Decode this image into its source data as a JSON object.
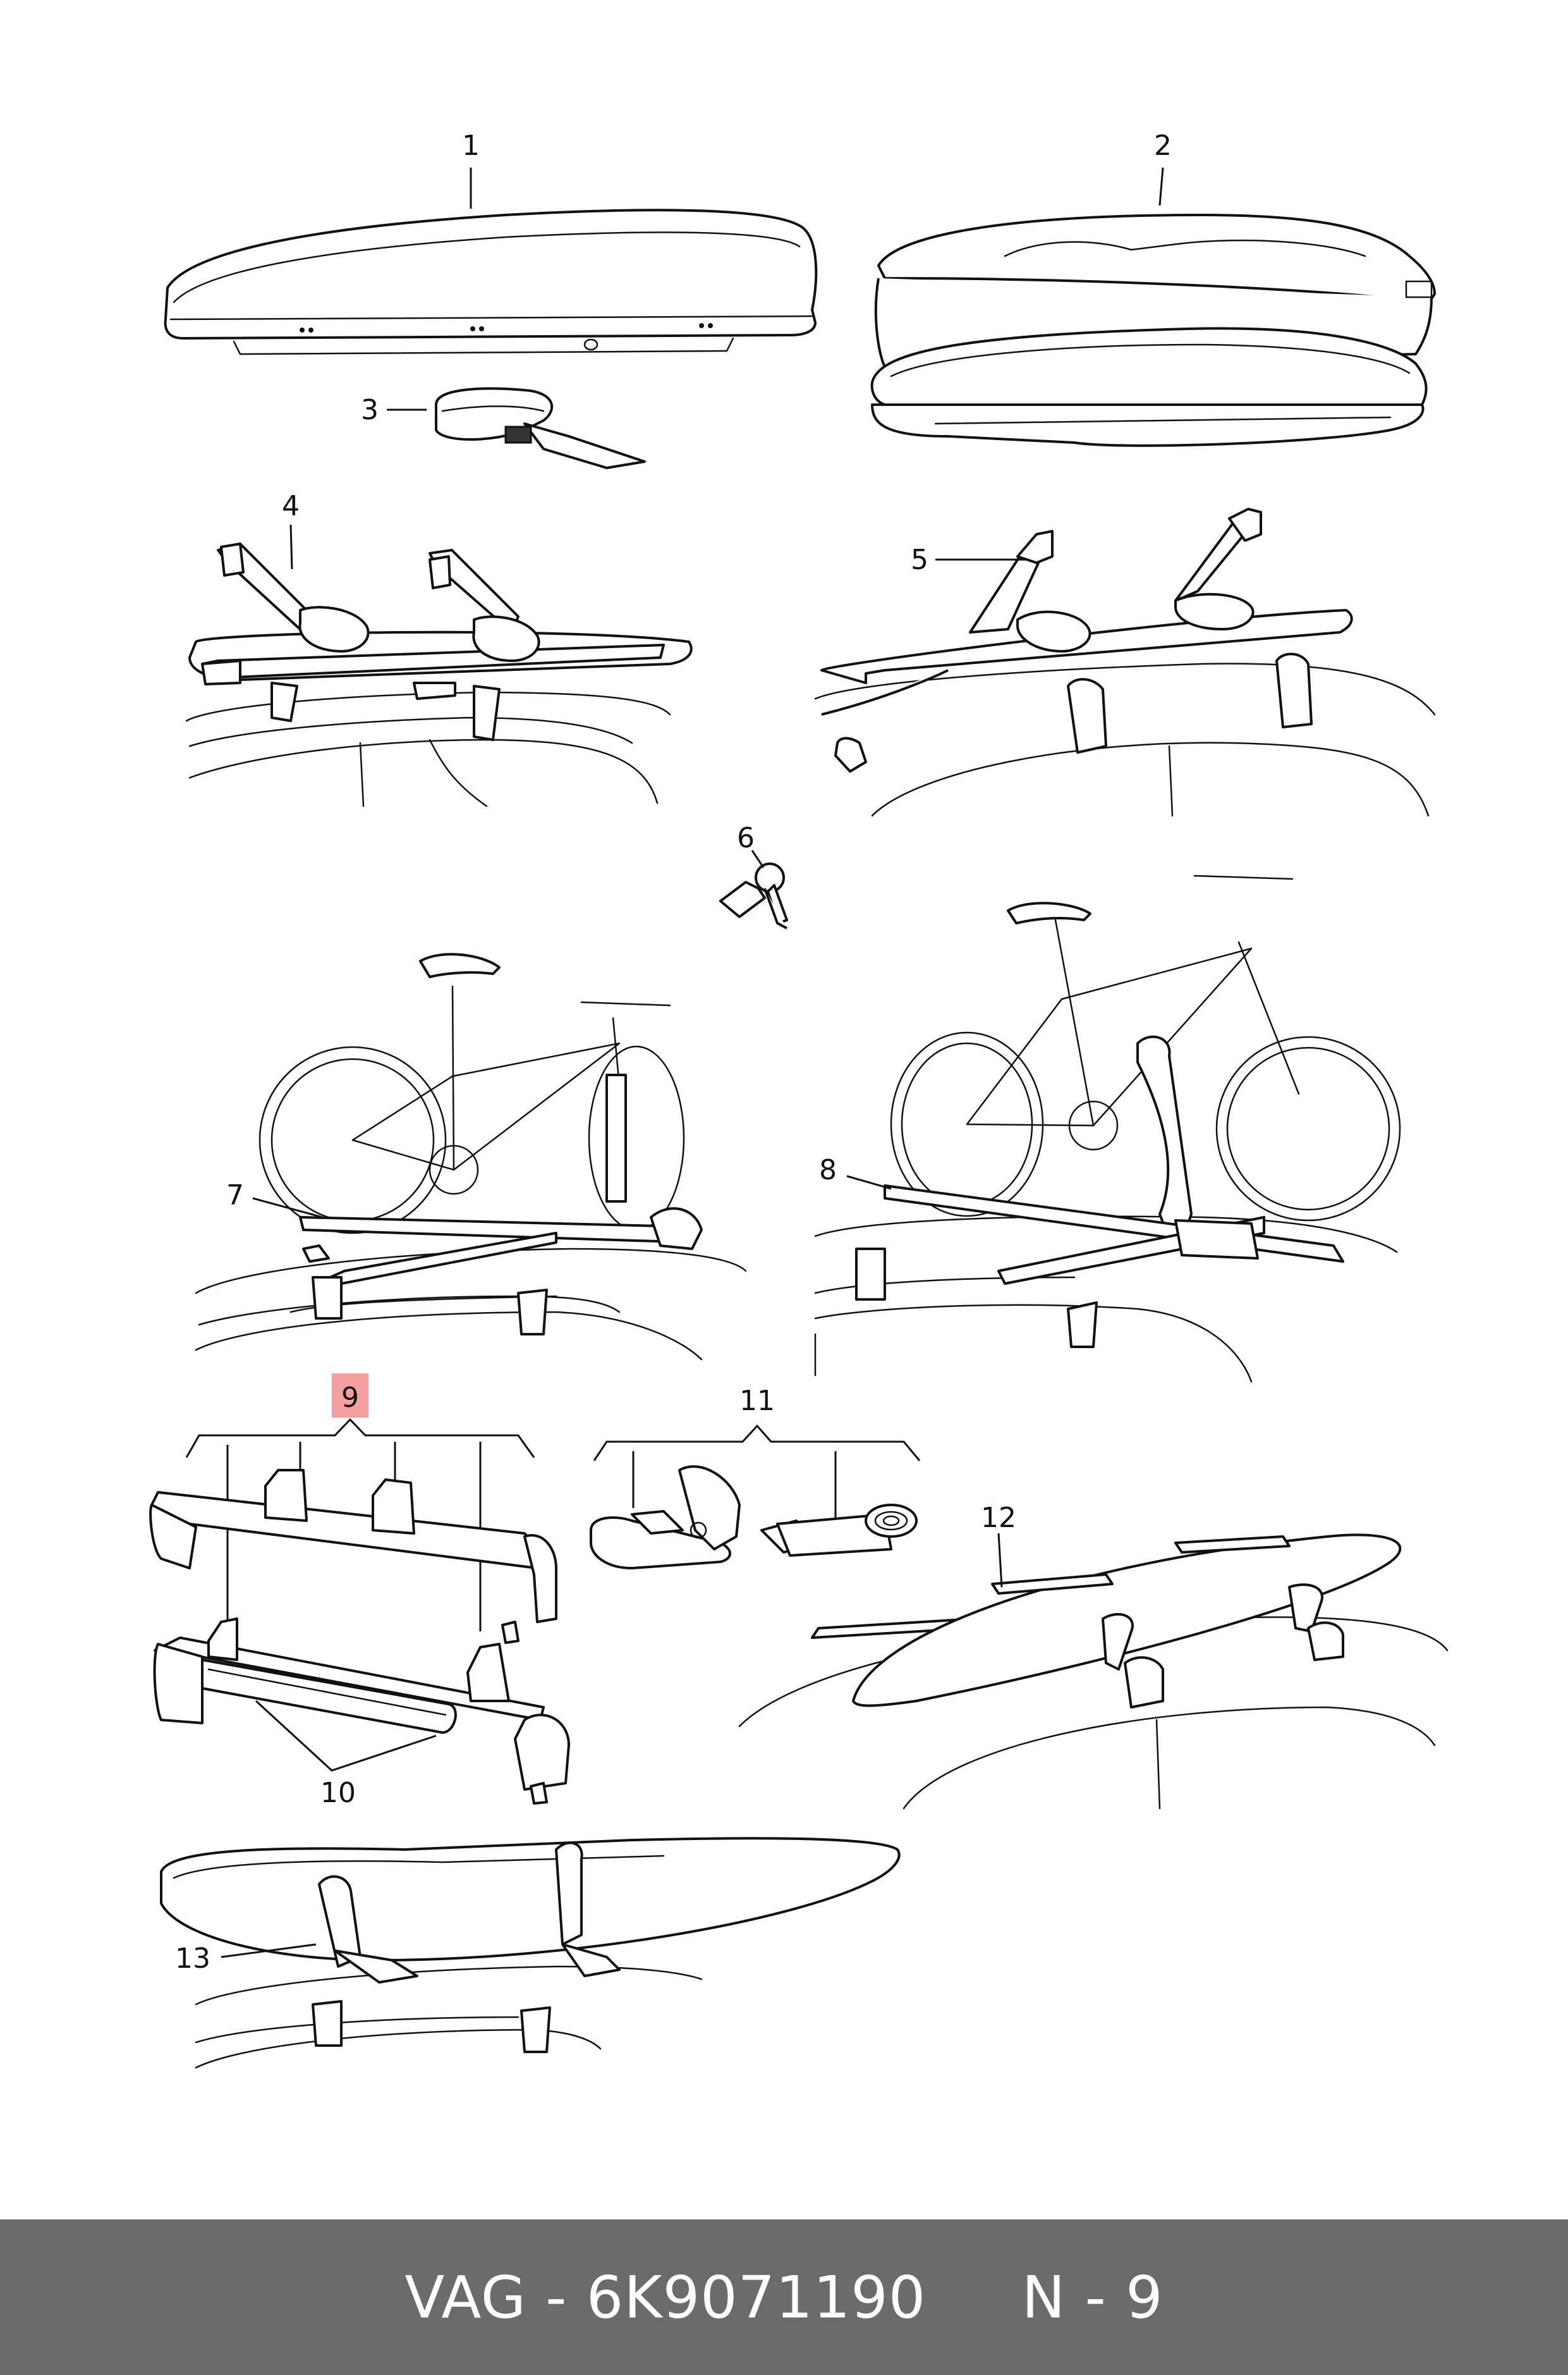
{
  "callouts": {
    "c1": "1",
    "c2": "2",
    "c3": "3",
    "c4": "4",
    "c5": "5",
    "c6": "6",
    "c7": "7",
    "c8": "8",
    "c9": "9",
    "c10": "10",
    "c11": "11",
    "c12": "12",
    "c13": "13"
  },
  "highlight_color": "#f4a0a0",
  "footer": {
    "brand": "VAG",
    "separator": "-",
    "part_number": "6K9071190",
    "position": "N - 9"
  }
}
